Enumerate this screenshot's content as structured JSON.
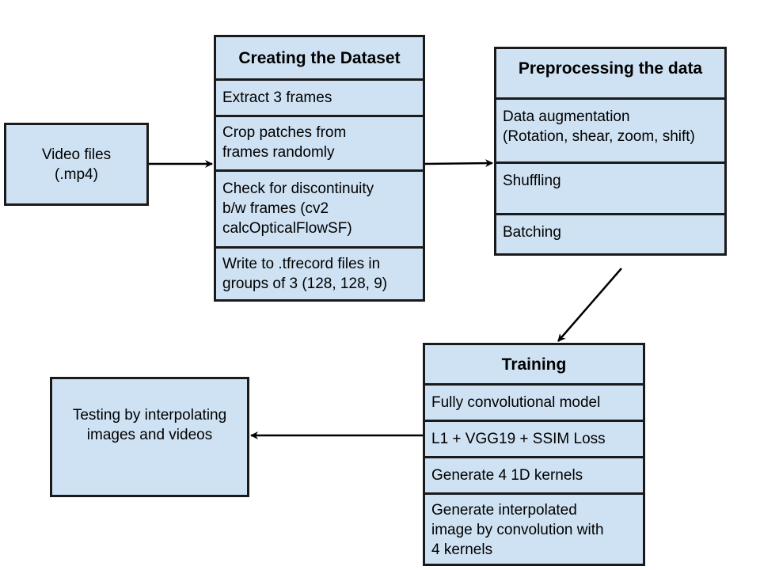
{
  "video": {
    "lines": [
      "Video files",
      "(.mp4)"
    ]
  },
  "dataset": {
    "title": "Creating the Dataset",
    "rows": [
      [
        "Extract 3 frames"
      ],
      [
        "Crop patches from",
        "frames randomly"
      ],
      [
        "Check for discontinuity",
        "b/w frames (cv2",
        "calcOpticalFlowSF)"
      ],
      [
        "Write to .tfrecord files in",
        "groups of 3 (128, 128, 9)"
      ]
    ]
  },
  "preprocess": {
    "title": "Preprocessing the data",
    "rows": [
      [
        "Data augmentation",
        "(Rotation, shear, zoom, shift)"
      ],
      [
        "Shuffling"
      ],
      [
        "Batching"
      ]
    ]
  },
  "training": {
    "title": "Training",
    "rows": [
      [
        "Fully convolutional model"
      ],
      [
        "L1 + VGG19 + SSIM Loss"
      ],
      [
        "Generate 4 1D kernels"
      ],
      [
        "Generate interpolated",
        "image by convolution with",
        "4 kernels"
      ]
    ]
  },
  "testing": {
    "lines": [
      "Testing by interpolating",
      "images and videos"
    ]
  },
  "colors": {
    "box_fill": "#cfe2f3",
    "border": "#1a1a1a"
  }
}
